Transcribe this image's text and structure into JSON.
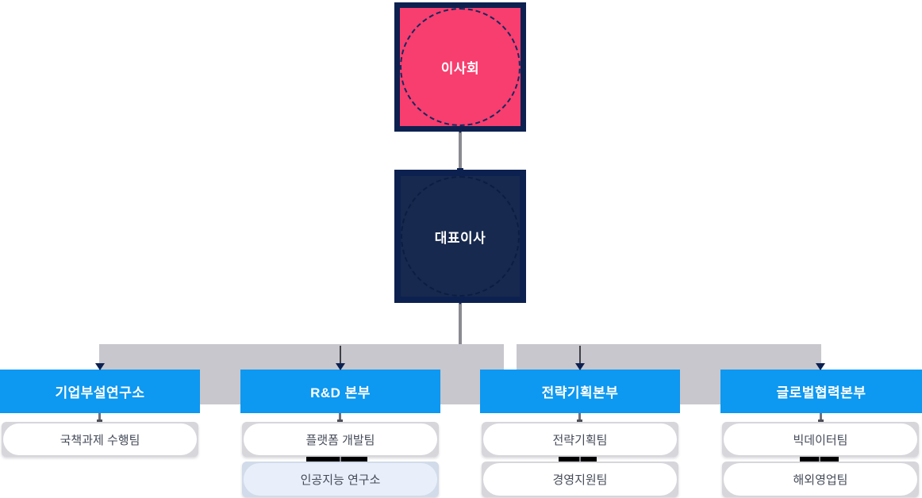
{
  "theme": {
    "pink": "#F73E6E",
    "navy-border": "#0D2150",
    "navy-fill": "#17294E",
    "circle-navy": "#16285E",
    "circle-dark": "#0B1E42",
    "blue": "#0D98F1",
    "band-gray": "#C7C7CD",
    "line-gray": "#8A8A91",
    "pill-border": "#D6D6DB",
    "pill-text": "#454B59",
    "pill-blue-border": "#D2DBEA",
    "pill-blue-fill": "#E8EFFA",
    "bar-black": "#000000"
  },
  "org": {
    "board": {
      "label": "이사회"
    },
    "ceo": {
      "label": "대표이사"
    },
    "divisions": [
      {
        "label": "기업부설연구소",
        "teams": [
          "국책과제 수행팀"
        ]
      },
      {
        "label": "R&D 본부",
        "teams": [
          "플랫폼 개발팀",
          "인공지능 연구소"
        ]
      },
      {
        "label": "전략기획본부",
        "teams": [
          "전략기획팀",
          "경영지원팀"
        ]
      },
      {
        "label": "글로벌협력본부",
        "teams": [
          "빅데이터팀",
          "해외영업팀"
        ]
      }
    ]
  }
}
